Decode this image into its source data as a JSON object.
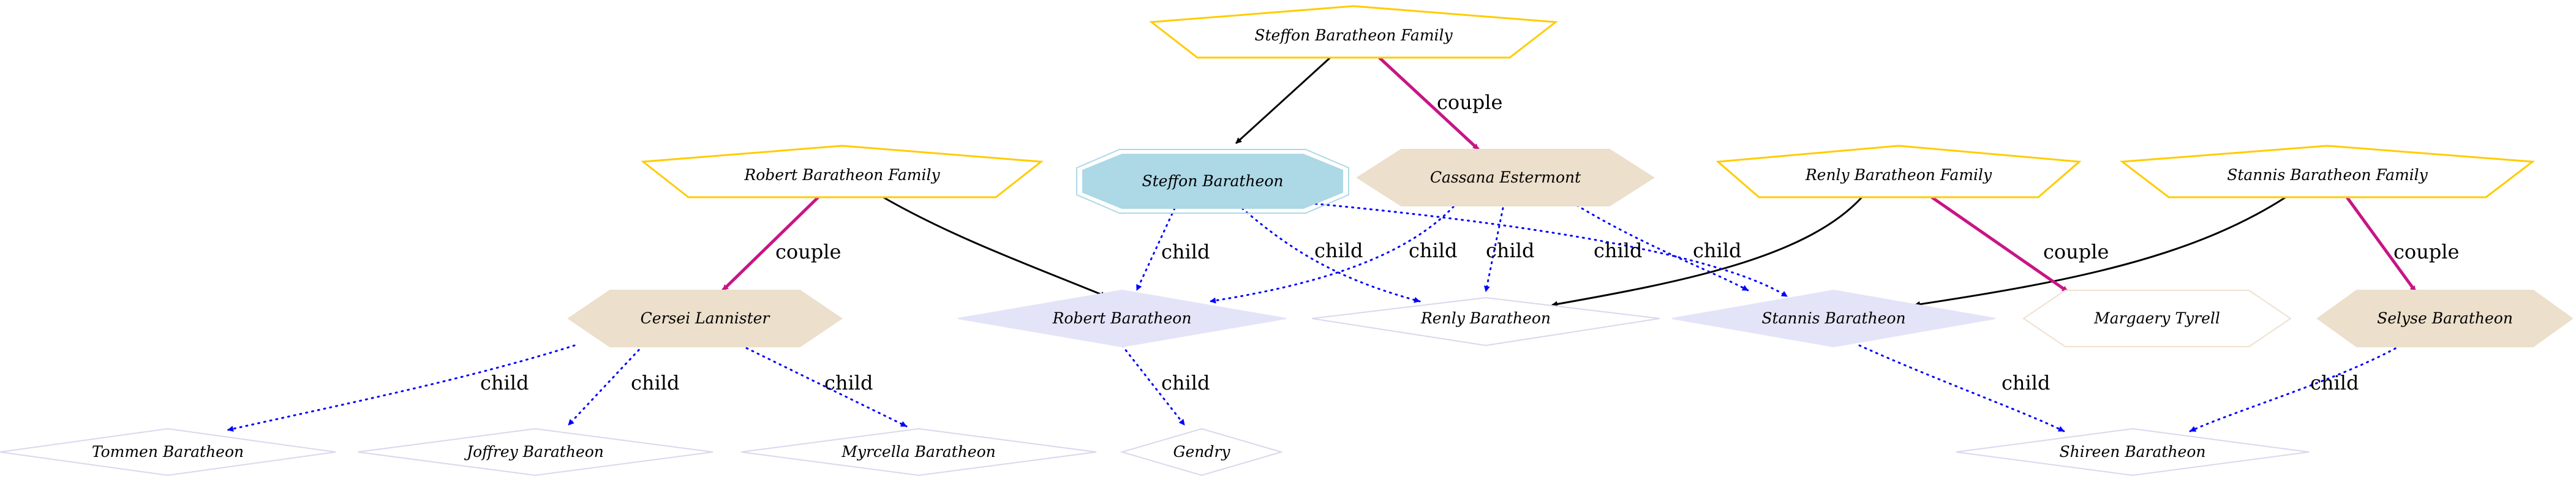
{
  "colors": {
    "family_stroke": "#ffcc00",
    "couple_edge": "#c71585",
    "parent_edge": "#000000",
    "child_edge": "#0000ff",
    "wife_fill": "#ecdfcb",
    "patriarch_fill": "#add8e6",
    "heir_fill": "#e4e4f8",
    "child_stroke": "#d8d8f0",
    "margaery_stroke": "#f0e0d0"
  },
  "nodes": {
    "steffon_family": "Steffon Baratheon Family",
    "robert_family": "Robert Baratheon Family",
    "renly_family": "Renly Baratheon Family",
    "stannis_family": "Stannis Baratheon Family",
    "steffon": "Steffon Baratheon",
    "cassana": "Cassana Estermont",
    "cersei": "Cersei Lannister",
    "robert": "Robert Baratheon",
    "renly": "Renly Baratheon",
    "stannis": "Stannis Baratheon",
    "margaery": "Margaery Tyrell",
    "selyse": "Selyse Baratheon",
    "tommen": "Tommen Baratheon",
    "joffrey": "Joffrey Baratheon",
    "myrcella": "Myrcella Baratheon",
    "gendry": "Gendry",
    "shireen": "Shireen Baratheon"
  },
  "edge_labels": {
    "couple": "couple",
    "child": "child"
  }
}
